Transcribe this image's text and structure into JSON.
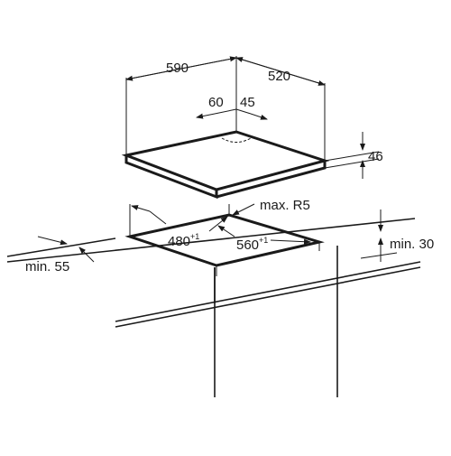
{
  "dimensions": {
    "width_top": "590",
    "depth_top": "520",
    "offset_left": "60",
    "offset_right": "45",
    "height": "46",
    "radius": "max. R5",
    "cutout_depth": "480",
    "cutout_depth_tol": "+1",
    "cutout_width": "560",
    "cutout_width_tol": "+1",
    "min_front": "min. 55",
    "min_below": "min. 30"
  }
}
